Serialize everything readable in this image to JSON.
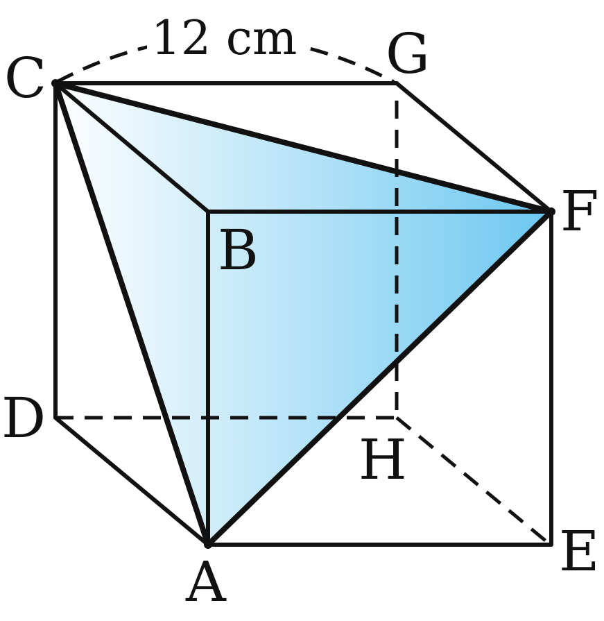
{
  "vertices": {
    "A": "A",
    "B": "B",
    "C": "C",
    "D": "D",
    "E": "E",
    "F": "F",
    "G": "G",
    "H": "H"
  },
  "dimension": "12 cm",
  "colors": {
    "line": "#111111",
    "fill_start": "#ffffff",
    "fill_end": "#6cc7f0"
  }
}
